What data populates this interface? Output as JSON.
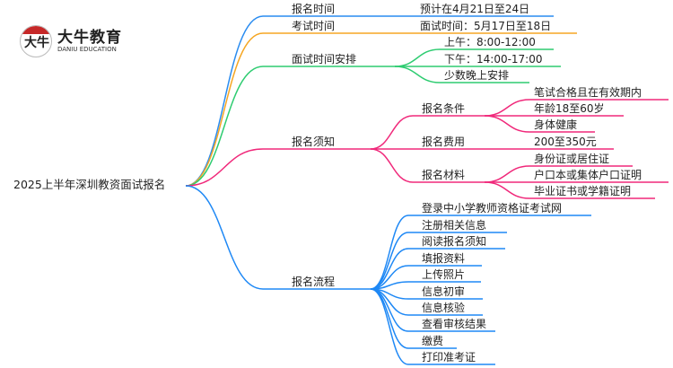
{
  "logo": {
    "mark": "大牛",
    "name": "大牛教育",
    "subtitle": "DANIU EDUCATION"
  },
  "colors": {
    "blue": "#2a8cf0",
    "orange": "#f5a623",
    "green": "#2ecc71",
    "pink": "#f0287a",
    "blue2": "#1e88f5"
  },
  "root": "2025上半年深圳教资面试报名",
  "branches": [
    {
      "label": "报名时间",
      "color": "blue",
      "children": [
        {
          "label": "预计在4月21日至24日"
        }
      ]
    },
    {
      "label": "考试时间",
      "color": "orange",
      "children": [
        {
          "label": "面试时间：5月17日至18日"
        }
      ]
    },
    {
      "label": "面试时间安排",
      "color": "green",
      "children": [
        {
          "label": "上午：8:00-12:00"
        },
        {
          "label": "下午：14:00-17:00"
        },
        {
          "label": "少数晚上安排"
        }
      ]
    },
    {
      "label": "报名须知",
      "color": "pink",
      "children": [
        {
          "label": "报名条件",
          "children": [
            {
              "label": "笔试合格且在有效期内"
            },
            {
              "label": "年龄18至60岁"
            },
            {
              "label": "身体健康"
            }
          ]
        },
        {
          "label": "报名费用",
          "children": [
            {
              "label": "200至350元"
            }
          ]
        },
        {
          "label": "报名材料",
          "children": [
            {
              "label": "身份证或居住证"
            },
            {
              "label": "户口本或集体户口证明"
            },
            {
              "label": "毕业证书或学籍证明"
            }
          ]
        }
      ]
    },
    {
      "label": "报名流程",
      "color": "blue2",
      "children": [
        {
          "label": "登录中小学教师资格证考试网"
        },
        {
          "label": "注册相关信息"
        },
        {
          "label": "阅读报名须知"
        },
        {
          "label": "填报资料"
        },
        {
          "label": "上传照片"
        },
        {
          "label": "信息初审"
        },
        {
          "label": "信息核验"
        },
        {
          "label": "查看审核结果"
        },
        {
          "label": "缴费"
        },
        {
          "label": "打印准考证"
        }
      ]
    }
  ]
}
